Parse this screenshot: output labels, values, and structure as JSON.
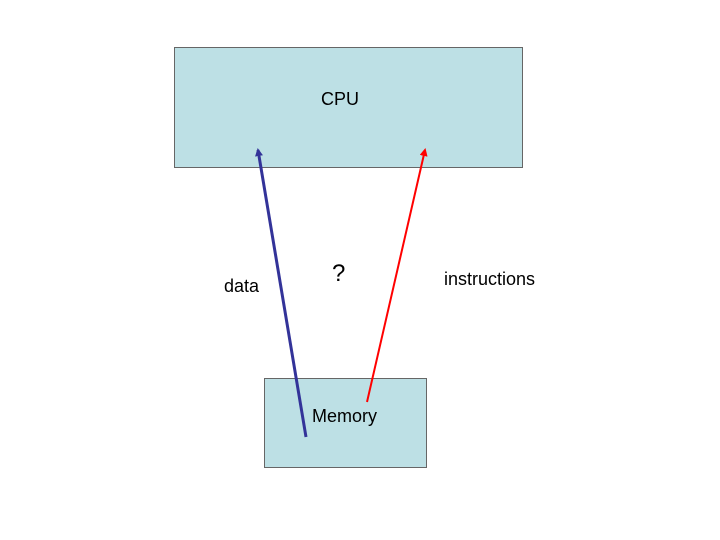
{
  "diagram": {
    "cpu_label": "CPU",
    "memory_label": "Memory",
    "data_label": "data",
    "instructions_label": "instructions",
    "question_label": "?"
  },
  "colors": {
    "box_fill": "#bde0e5",
    "box_border": "#666666",
    "data_arrow": "#333399",
    "instructions_arrow": "#ff0000"
  }
}
